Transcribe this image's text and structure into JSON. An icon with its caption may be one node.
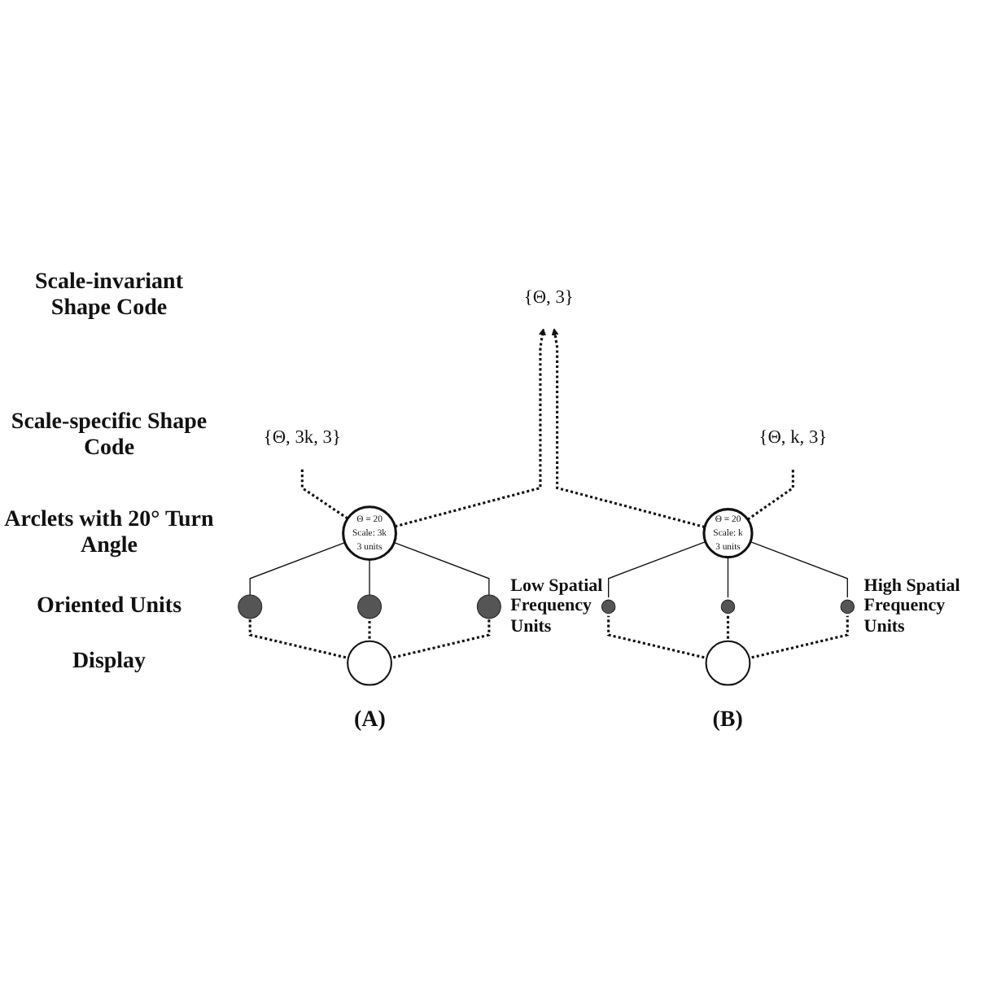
{
  "diagram": {
    "nodes": [
      {
        "text": [
          "{Θ, 3}"
        ]
      },
      {
        "text": [
          "{Θ, 3k, 3}"
        ]
      },
      {
        "text": [
          "{Θ, k, 3}"
        ]
      },
      {
        "text": [
          "Θ = 20",
          "Scale: 3k",
          "3 units"
        ]
      },
      {
        "text": [
          "Θ = 20",
          "Scale: k",
          "3 units"
        ]
      },
      {
        "text": [],
        "shape": "ellipse"
      },
      {
        "text": [],
        "shape": "ellipse"
      },
      {
        "text": [],
        "shape": "ellipse"
      },
      {
        "text": [],
        "shape": "ellipse"
      },
      {
        "text": [],
        "shape": "ellipse"
      },
      {
        "text": [],
        "shape": "ellipse"
      },
      {
        "text": [],
        "shape": "ellipse"
      },
      {
        "text": [],
        "shape": "ellipse"
      }
    ],
    "edges": [
      {
        "from": 3,
        "to": 1,
        "arrow": "none",
        "style": "dashed"
      },
      {
        "from": 3,
        "to": 0,
        "arrow": "to",
        "style": "dashed"
      },
      {
        "from": 4,
        "to": 0,
        "arrow": "to",
        "style": "dashed"
      },
      {
        "from": 4,
        "to": 2,
        "arrow": "none",
        "style": "dashed"
      },
      {
        "from": 5,
        "to": 3,
        "arrow": "none"
      },
      {
        "from": 6,
        "to": 3,
        "arrow": "none"
      },
      {
        "from": 7,
        "to": 3,
        "arrow": "none"
      },
      {
        "from": 8,
        "to": 4,
        "arrow": "none"
      },
      {
        "from": 9,
        "to": 4,
        "arrow": "none"
      },
      {
        "from": 10,
        "to": 4,
        "arrow": "none"
      },
      {
        "from": 11,
        "to": 5,
        "arrow": "none",
        "style": "dashed"
      },
      {
        "from": 11,
        "to": 6,
        "arrow": "none",
        "style": "dashed"
      },
      {
        "from": 11,
        "to": 7,
        "arrow": "none",
        "style": "dashed"
      },
      {
        "from": 12,
        "to": 8,
        "arrow": "none",
        "style": "dashed"
      },
      {
        "from": 12,
        "to": 9,
        "arrow": "none",
        "style": "dashed"
      },
      {
        "from": 12,
        "to": 10,
        "arrow": "none",
        "style": "dashed"
      }
    ],
    "labels": [
      "Scale-invariant Shape Code",
      "Scale-specific Shape Code",
      "Arclets with 20° Turn Angle",
      "Oriented Units",
      "Display",
      "Low Spatial Frequency Units",
      "High Spatial Frequency Units",
      "(A)",
      "(B)"
    ]
  }
}
